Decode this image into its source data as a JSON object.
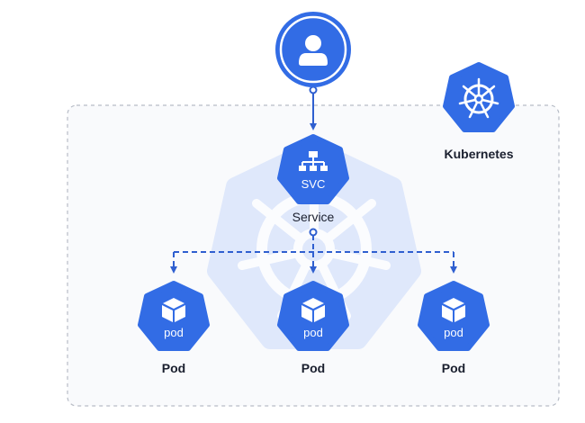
{
  "diagram": {
    "user": {
      "icon": "user-icon"
    },
    "kubernetes": {
      "label": "Kubernetes",
      "icon": "helm-wheel-icon"
    },
    "service": {
      "icon_text": "SVC",
      "label": "Service",
      "icon": "sitemap-icon"
    },
    "pods": [
      {
        "icon_text": "pod",
        "label": "Pod",
        "icon": "cube-icon"
      },
      {
        "icon_text": "pod",
        "label": "Pod",
        "icon": "cube-icon"
      },
      {
        "icon_text": "pod",
        "label": "Pod",
        "icon": "cube-icon"
      }
    ],
    "colors": {
      "primary": "#326ce5",
      "dark_text": "#1a1f2e",
      "connector": "#2f5fd0",
      "cluster_border": "#b7bcc6",
      "cluster_fill": "#f9fafc",
      "watermark": "#dfe8fb"
    }
  }
}
